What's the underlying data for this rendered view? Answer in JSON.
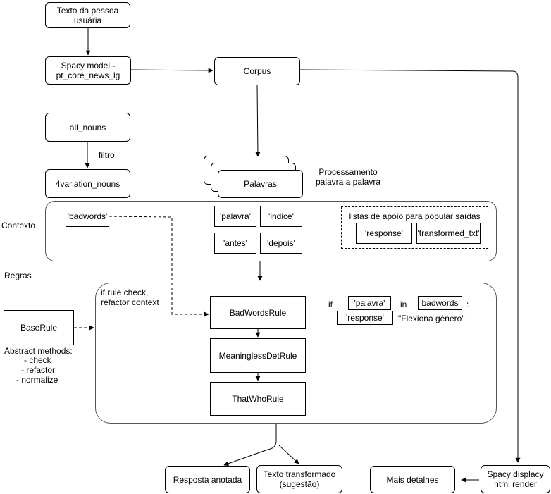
{
  "nodes": {
    "user_text": "Texto da pessoa usuária",
    "spacy_model": "Spacy model - pt_core_news_lg",
    "corpus": "Corpus",
    "all_nouns": "all_nouns",
    "variation_nouns": "4variation_nouns",
    "palavras": "Palavras",
    "bad_words_rule": "BadWordsRule",
    "meaningless_det_rule": "MeaninglessDetRule",
    "that_who_rule": "ThatWhoRule",
    "base_rule": "BaseRule",
    "resposta_anotada": "Resposta anotada",
    "texto_transformado": "Texto transformado (sugestão)",
    "mais_detalhes": "Mais detalhes",
    "spacy_displacy": "Spacy displacy html render"
  },
  "labels": {
    "filtro": "filtro",
    "processamento": "Processamento palavra a palavra",
    "contexto": "Contexto",
    "regras": "Regras",
    "if_rule": "if rule check, refactor context",
    "listas_apoio": "listas de apoio para popular saídas",
    "abstract_title": "Abstract methods:",
    "abstract_methods": [
      "- check",
      "- refactor",
      "- normalize"
    ],
    "cond_if": "if",
    "cond_in": "in",
    "cond_colon": ":",
    "flexiona": "\"Flexiona gênero\""
  },
  "context_keys": {
    "badwords": "'badwords'",
    "palavra": "'palavra'",
    "indice": "'indice'",
    "antes": "'antes'",
    "depois": "'depois'",
    "response": "'response'",
    "transformed_txt": "'transformed_txt'"
  },
  "condition_keys": {
    "palavra": "'palavra'",
    "badwords": "'badwords'",
    "response": "'response'"
  }
}
